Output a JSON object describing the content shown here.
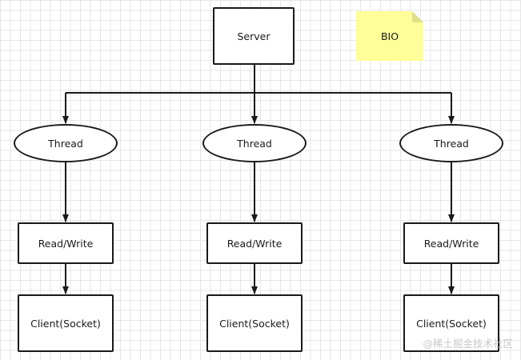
{
  "server": {
    "label": "Server"
  },
  "note": {
    "label": "BIO"
  },
  "columns": [
    {
      "thread": "Thread",
      "io": "Read/Write",
      "client": "Client(Socket)"
    },
    {
      "thread": "Thread",
      "io": "Read/Write",
      "client": "Client(Socket)"
    },
    {
      "thread": "Thread",
      "io": "Read/Write",
      "client": "Client(Socket)"
    }
  ],
  "watermark": "@稀土掘金技术社区",
  "colors": {
    "stroke": "#1a1a1a",
    "note": "#ffff99",
    "grid": "#e6e6e6"
  }
}
